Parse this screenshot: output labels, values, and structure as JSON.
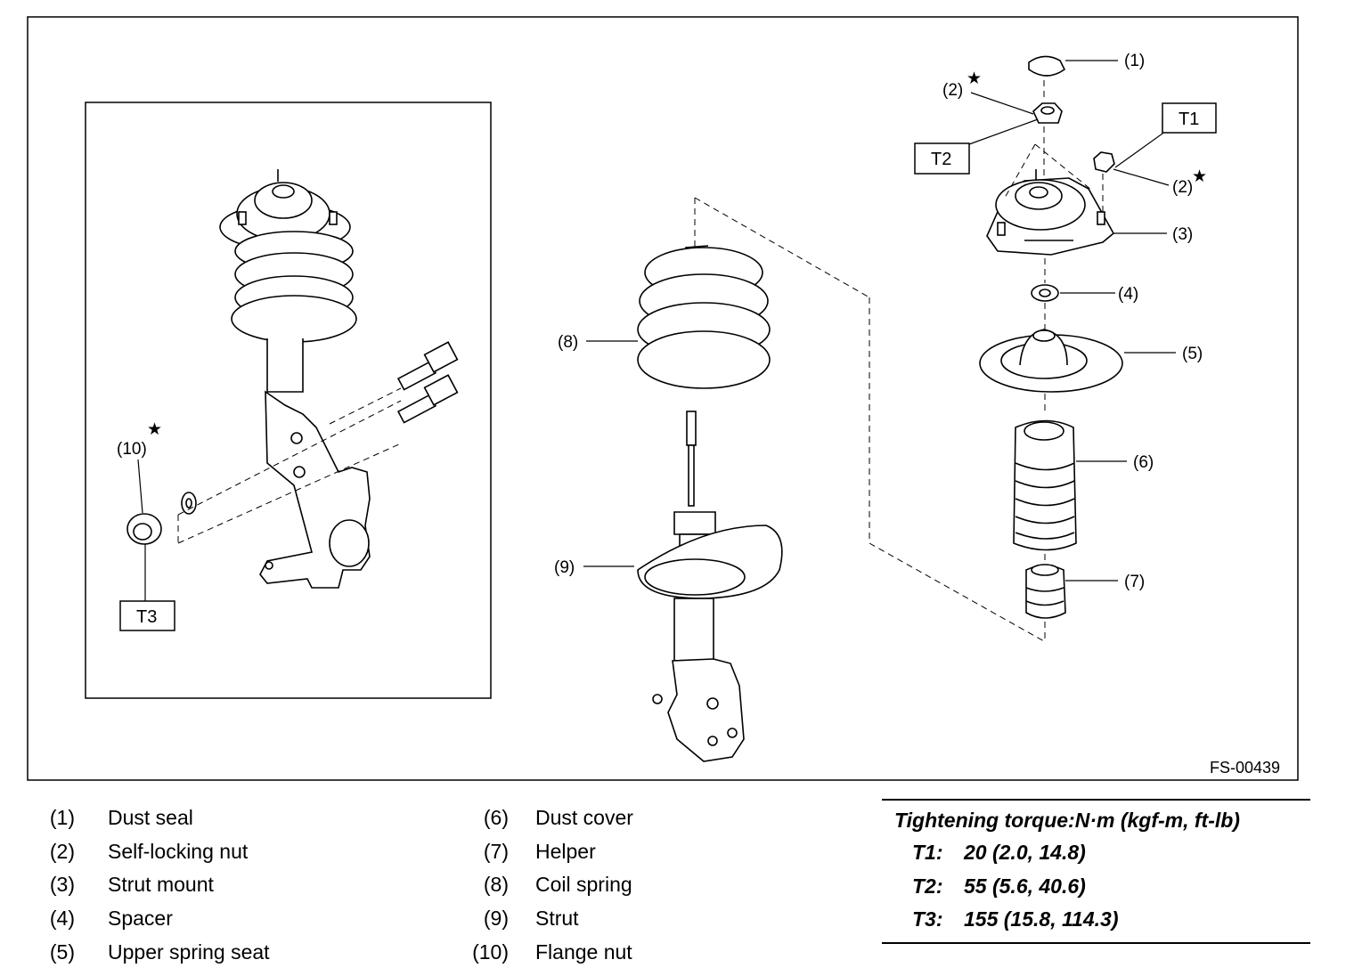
{
  "figure": {
    "code": "FS-00439",
    "star_symbol": "★",
    "callouts": {
      "c1": "(1)",
      "c2a": "(2)",
      "c2b": "(2)",
      "c3": "(3)",
      "c4": "(4)",
      "c5": "(5)",
      "c6": "(6)",
      "c7": "(7)",
      "c8": "(8)",
      "c9": "(9)",
      "c10": "(10)"
    },
    "torque_boxes": {
      "t1": "T1",
      "t2": "T2",
      "t3": "T3"
    }
  },
  "legend": [
    {
      "num": "(1)",
      "name": "Dust seal"
    },
    {
      "num": "(2)",
      "name": "Self-locking nut"
    },
    {
      "num": "(3)",
      "name": "Strut mount"
    },
    {
      "num": "(4)",
      "name": "Spacer"
    },
    {
      "num": "(5)",
      "name": "Upper spring seat"
    },
    {
      "num": "(6)",
      "name": "Dust cover"
    },
    {
      "num": "(7)",
      "name": "Helper"
    },
    {
      "num": "(8)",
      "name": "Coil spring"
    },
    {
      "num": "(9)",
      "name": "Strut"
    },
    {
      "num": "(10)",
      "name": "Flange nut"
    }
  ],
  "torque_table": {
    "title": "Tightening torque:N·m (kgf-m, ft-lb)",
    "rows": [
      {
        "code": "T1:",
        "value": "20 (2.0, 14.8)"
      },
      {
        "code": "T2:",
        "value": "55 (5.6, 40.6)"
      },
      {
        "code": "T3:",
        "value": "155 (15.8, 114.3)"
      }
    ]
  }
}
